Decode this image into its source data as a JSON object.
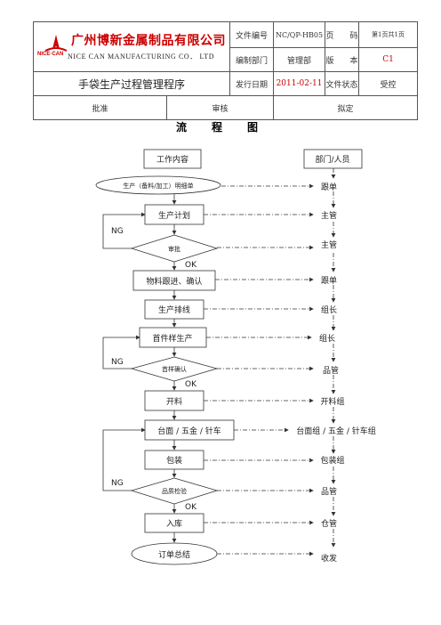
{
  "header": {
    "company_cn": "广州博新金属制品有限公司",
    "company_en": "NICE CAN  MANUFACTURING  CO．  LTD",
    "logo_text": "NICE·CAN",
    "doc_no_label": "文件编号",
    "doc_no": "NC/QP-HB05",
    "page_label": "页　　码",
    "page_value": "第1页共1页",
    "dept_label": "编制部门",
    "dept": "管理部",
    "version_label": "版　　本",
    "version": "C1",
    "procedure_title": "手袋生产过程管理程序",
    "issue_date_label": "发行日期",
    "issue_date": "2011-02-11",
    "status_label": "文件状态",
    "status": "受控",
    "approve_label": "批准",
    "review_label": "审核",
    "draft_label": "拟定"
  },
  "title": "流　程　图",
  "flow": {
    "col_work": "工作内容",
    "col_dept": "部门/人员",
    "steps": {
      "order": "生产（备料/加工）明细单",
      "plan": "生产计划",
      "approve": "审批",
      "material": "物料跟进、确认",
      "schedule": "生产排线",
      "first_piece": "首件样生产",
      "first_confirm": "首样确认",
      "cutting": "开料",
      "assembly": "台面 / 五金 / 针车",
      "packing": "包装",
      "qc": "品质检验",
      "storage": "入库",
      "summary": "订单总结"
    },
    "depts": {
      "order": "跟单",
      "plan": "主管",
      "approve": "主管",
      "material": "跟单",
      "schedule": "组长",
      "first_piece": "组长",
      "first_confirm": "品管",
      "cutting": "开料组",
      "assembly": "台面组 / 五金 / 针车组",
      "packing": "包装组",
      "qc": "品管",
      "storage": "仓管",
      "summary": "收发"
    },
    "ng": "NG",
    "ok": "OK"
  }
}
